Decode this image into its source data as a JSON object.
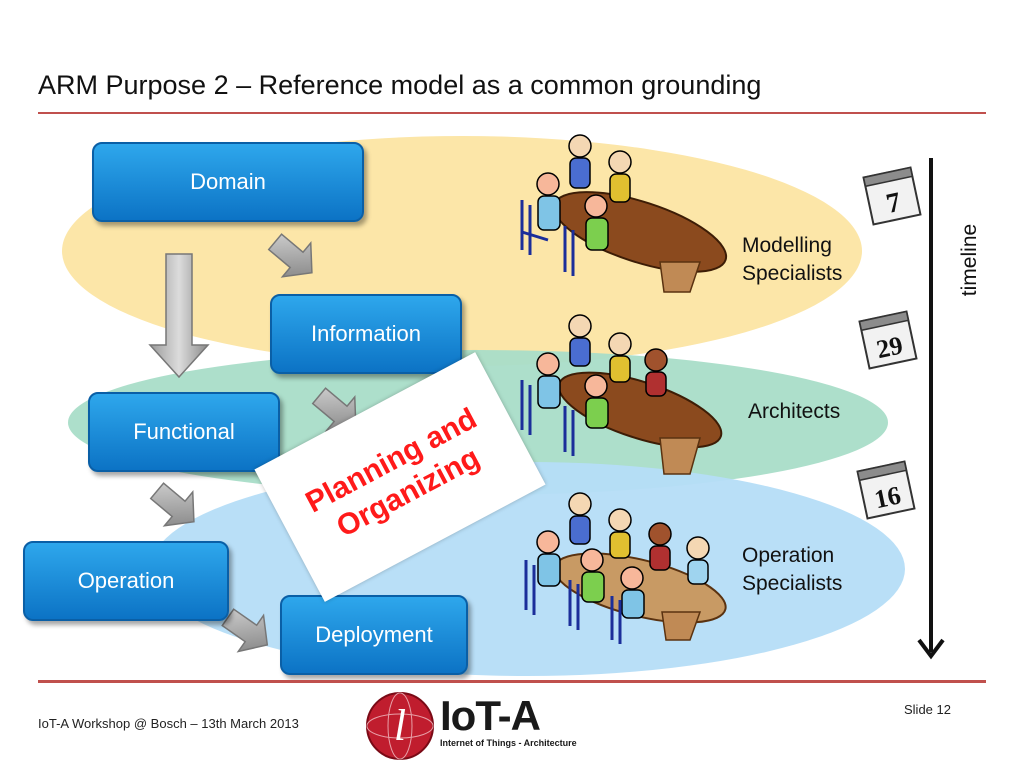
{
  "title": "ARM Purpose 2 – Reference model as a common grounding",
  "boxes": {
    "domain": "Domain",
    "information": "Information",
    "functional": "Functional",
    "operation": "Operation",
    "deployment": "Deployment"
  },
  "planning": {
    "line1": "Planning and",
    "line2": "Organizing"
  },
  "groups": {
    "modelling": [
      "Modelling",
      "Specialists"
    ],
    "architects": "Architects",
    "operation": [
      "Operation",
      "Specialists"
    ]
  },
  "timeline": {
    "label": "timeline",
    "calendar_days": [
      "7",
      "29",
      "16"
    ]
  },
  "footer": {
    "text": "IoT-A Workshop @ Bosch – 13th March 2013",
    "slide": "Slide 12"
  },
  "logo": {
    "letter": "l",
    "name": "IoT-A",
    "tagline": "Internet of Things - Architecture"
  },
  "colors": {
    "accent": "#c0504d",
    "box_blue": "#1a8ad8",
    "yellow_zone": "#fce6a8",
    "green_zone": "#a9ddc8",
    "blue_zone": "#b5ddf7",
    "planning_red": "#ff1a1a"
  }
}
